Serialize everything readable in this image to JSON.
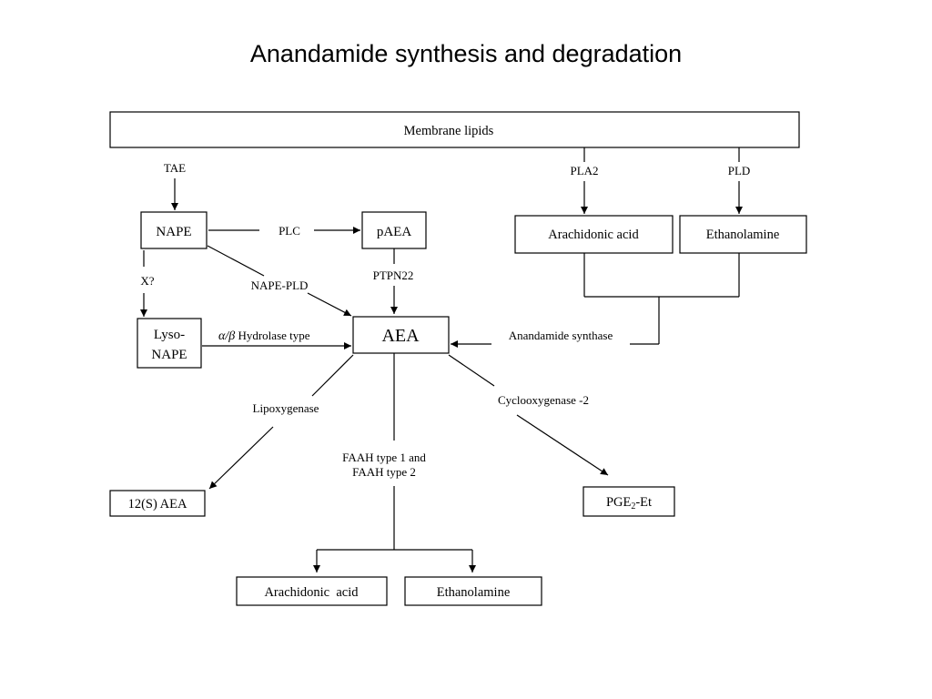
{
  "title": "Anandamide synthesis and degradation",
  "nodes": {
    "membrane_lipids": "Membrane lipids",
    "nape": "NAPE",
    "paea": "pAEA",
    "arachidonic_acid_top": "Arachidonic acid",
    "ethanolamine_top": "Ethanolamine",
    "lyso_nape_line1": "Lyso-",
    "lyso_nape_line2": "NAPE",
    "aea": "AEA",
    "s12_aea": "12(S) AEA",
    "pge2_et_pre": "PGE",
    "pge2_et_sub": "2",
    "pge2_et_post": "-Et",
    "arachidonic_acid_bottom": "Arachidonic  acid",
    "ethanolamine_bottom": "Ethanolamine"
  },
  "edges": {
    "tae": "TAE",
    "pla2": "PLA2",
    "pld": "PLD",
    "plc": "PLC",
    "x": "X?",
    "nape_pld": "NAPE-PLD",
    "ptpn22": "PTPN22",
    "hydrolase_symbol": "α/β",
    "hydrolase_text": " Hydrolase type",
    "anandamide_synthase": "Anandamide synthase",
    "lipoxygenase": "Lipoxygenase",
    "cyclooxygenase": "Cyclooxygenase -2",
    "faah_line1": "FAAH type 1 and",
    "faah_line2": "FAAH type 2"
  }
}
